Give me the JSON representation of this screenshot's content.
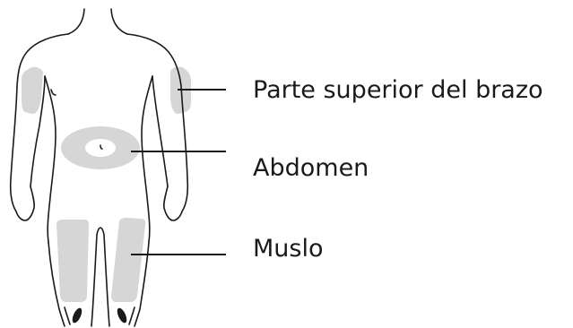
{
  "labels": {
    "upper_arm": "Parte superior del brazo",
    "abdomen": "Abdomen",
    "thigh": "Muslo"
  },
  "colors": {
    "injection_site": "#d6d6d6",
    "outline": "#1a1a1a",
    "background": "#ffffff"
  }
}
